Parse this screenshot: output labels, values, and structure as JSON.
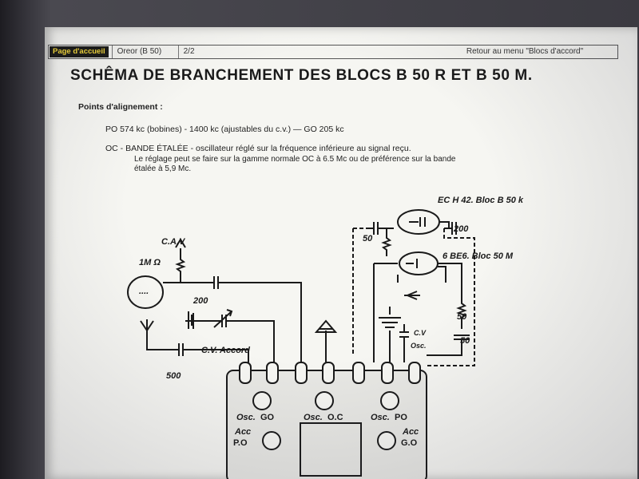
{
  "navbar": {
    "home": "Page d'accueil",
    "title": "Oreor (B 50)",
    "page": "2/2",
    "back": "Retour au menu \"Blocs d'accord\""
  },
  "doc": {
    "title": "SCHÊMA DE BRANCHEMENT DES BLOCS B 50 R ET B 50 M.",
    "align_label": "Points d'alignement :",
    "po_line": "PO 574 kc (bobines) - 1400 kc (ajustables du c.v.)   —   GO 205 kc",
    "oc_line": "OC - BANDE ÉTALÉE - oscillateur réglé sur la fréquence inférieure au signal reçu.",
    "reg_line1": "Le réglage peut se faire sur la gamme normale OC à 6.5 Mc ou de préférence sur la bande",
    "reg_line2": "étalée à 5,9 Mc."
  },
  "schematic": {
    "tube1": "EC H 42. Bloc B 50 k",
    "tube2": "6 BE6. Bloc 50 M",
    "c50": "50",
    "c200_top": "200",
    "cav": "C.A.V",
    "res_1m": "1M Ω",
    "dots": "....",
    "c200_left": "200",
    "cv_accord": "C.V. Accord",
    "c500": "500",
    "cv_osc1": "C.V",
    "cv_osc2": "Osc.",
    "r50": "50",
    "c50_right": "50",
    "osc_go_a": "Osc.",
    "osc_go_b": "GO",
    "osc_oc_a": "Osc.",
    "osc_oc_b": "O.C",
    "osc_po_a": "Osc.",
    "osc_po_b": "PO",
    "acc_po_a": "Acc",
    "acc_po_b": "P.O",
    "acc_go_a": "Acc",
    "acc_go_b": "G.O"
  }
}
